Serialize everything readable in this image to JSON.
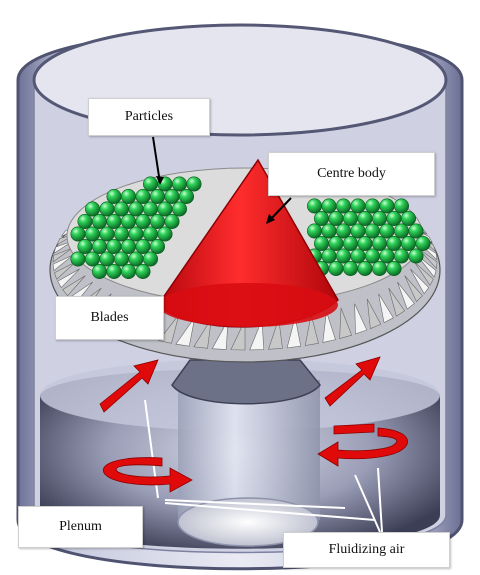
{
  "labels": {
    "particles": "Particles",
    "centre_body": "Centre body",
    "blades": "Blades",
    "plenum": "Plenum",
    "fluidizing_air": "Fluidizing air"
  },
  "colors": {
    "vessel": "#b9bcd6",
    "vessel_edge": "#5a5e7a",
    "particle": "#22c24a",
    "cone": "#e8111a",
    "arrow": "#e00a0a",
    "blade": "#d9d9d9",
    "background": "#ffffff"
  }
}
